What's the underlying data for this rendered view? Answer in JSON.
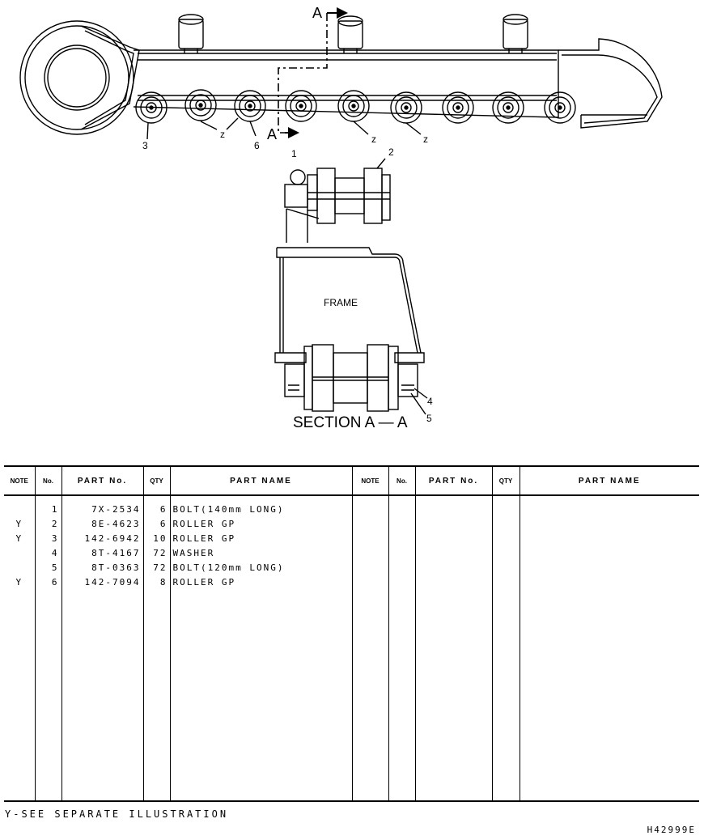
{
  "diagram": {
    "section_marker_top": "A",
    "section_marker_bottom": "A",
    "callouts": {
      "top_3": "3",
      "top_z1": "z",
      "top_6": "6",
      "top_z2": "z",
      "top_z3": "z",
      "sec_1": "1",
      "sec_2": "2",
      "sec_4": "4",
      "sec_5": "5"
    },
    "frame_label": "FRAME",
    "section_title": "SECTION A — A"
  },
  "table": {
    "headers": {
      "note": "NOTE",
      "no": "No.",
      "part_no": "PART No.",
      "qty": "QTY",
      "part_name": "PART NAME"
    },
    "rows": [
      {
        "note": "",
        "no": "1",
        "part_no": "7X-2534",
        "qty": "6",
        "name": "BOLT(140mm LONG)"
      },
      {
        "note": "Y",
        "no": "2",
        "part_no": "8E-4623",
        "qty": "6",
        "name": "ROLLER GP"
      },
      {
        "note": "Y",
        "no": "3",
        "part_no": "142-6942",
        "qty": "10",
        "name": "ROLLER GP"
      },
      {
        "note": "",
        "no": "4",
        "part_no": "8T-4167",
        "qty": "72",
        "name": "WASHER"
      },
      {
        "note": "",
        "no": "5",
        "part_no": "8T-0363",
        "qty": "72",
        "name": "BOLT(120mm LONG)"
      },
      {
        "note": "Y",
        "no": "6",
        "part_no": "142-7094",
        "qty": "8",
        "name": "ROLLER GP"
      }
    ]
  },
  "footnote": "Y-SEE SEPARATE ILLUSTRATION",
  "drawing_number": "H42999E"
}
